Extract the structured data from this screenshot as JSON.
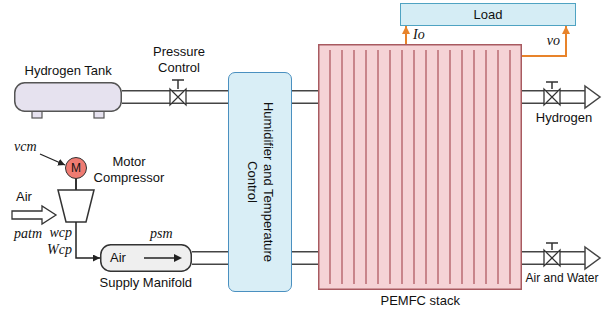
{
  "diagram": {
    "nodes": [
      {
        "text": [
          "Load"
        ]
      },
      {
        "text": [
          "Hydrogen Tank"
        ]
      },
      {
        "text": [
          "Humidifier and Temperature Control"
        ]
      },
      {
        "text": [
          "PEMFC stack"
        ]
      },
      {
        "text": [
          "M"
        ]
      },
      {
        "text": [
          "Air",
          "Supply Manifold"
        ]
      }
    ],
    "edges": [
      {
        "from": 1,
        "to": 2,
        "arrow": "none"
      },
      {
        "from": 2,
        "to": 3,
        "arrow": "none"
      },
      {
        "from": 5,
        "to": 2,
        "arrow": "none"
      },
      {
        "from": 2,
        "to": 3,
        "arrow": "none"
      },
      {
        "from": 3,
        "to": 0,
        "arrow": "to"
      },
      {
        "from": 3,
        "to": 0,
        "arrow": "to"
      }
    ],
    "labels": [
      "Pressure Control",
      "Motor Compressor",
      "vcm",
      "Air",
      "patm",
      "wcp",
      "Wcp",
      "psm",
      "Io",
      "vo",
      "Hydrogen",
      "Air and Water"
    ]
  }
}
